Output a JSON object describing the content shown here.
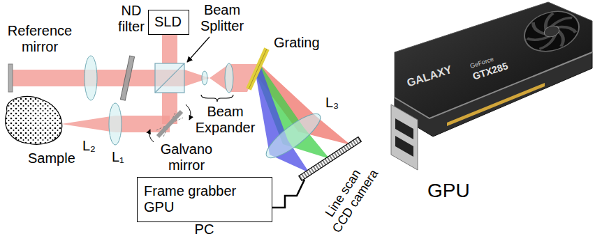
{
  "diagram": {
    "nodes": [
      {
        "text": [
          "SLD"
        ]
      },
      {
        "text": [
          "Frame grabber GPU",
          "PC"
        ]
      }
    ],
    "labels": [
      "Reference mirror",
      "ND filter",
      "Beam Splitter",
      "Grating",
      "L₂",
      "Beam Expander",
      "L₃",
      "Sample",
      "L₁",
      "Galvano mirror",
      "Line scan CCD camera",
      "GPU",
      "GALAXY",
      "GeForce",
      "GTX285"
    ]
  }
}
